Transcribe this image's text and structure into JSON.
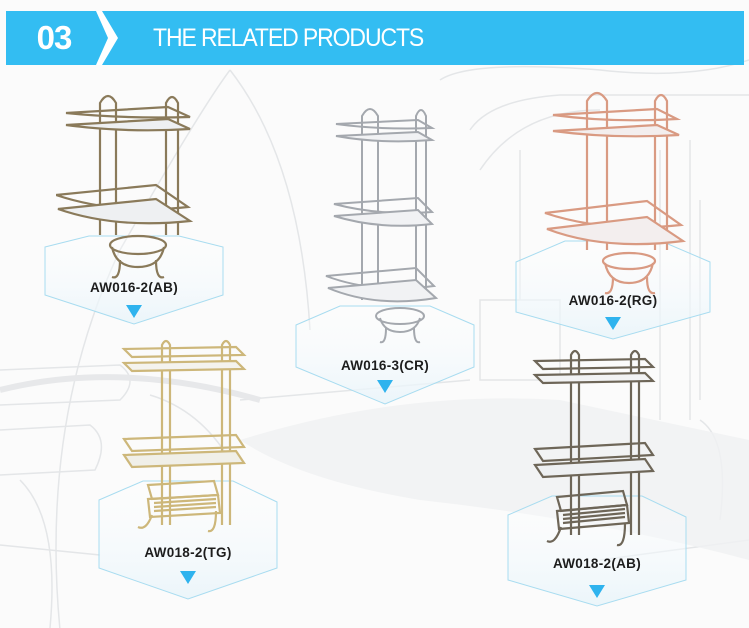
{
  "header": {
    "section_number": "03",
    "title": "THE RELATED PRODUCTS",
    "banner_color": "#33bdf2",
    "text_color": "#ffffff"
  },
  "products": [
    {
      "label": "AW016-2(AB)",
      "finish": "antique bronze",
      "type": "corner-shelf-2-tier",
      "metal_color": "#8a7a5a"
    },
    {
      "label": "AW016-3(CR)",
      "finish": "chrome",
      "type": "corner-shelf-3-tier",
      "metal_color": "#a9adb3"
    },
    {
      "label": "AW016-2(RG)",
      "finish": "rose gold",
      "type": "corner-shelf-2-tier",
      "metal_color": "#d99a82"
    },
    {
      "label": "AW018-2(TG)",
      "finish": "titanium gold",
      "type": "rectangular-shelf-2-tier-basket",
      "metal_color": "#cdb77a"
    },
    {
      "label": "AW018-2(AB)",
      "finish": "antique bronze",
      "type": "rectangular-shelf-2-tier-basket",
      "metal_color": "#6e6658"
    }
  ],
  "accent": {
    "arrow_color": "#2fb3ee",
    "hex_outline_color": "#9fd8ef"
  }
}
